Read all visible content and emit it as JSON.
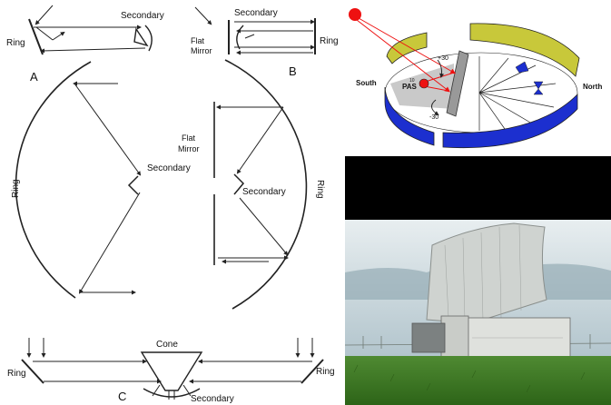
{
  "colors": {
    "ray": "#222222",
    "sky": "#b9cdd6",
    "grass": "#3f7a26",
    "reflector": "#cfd3d0",
    "ring_front": "#1c2fcf",
    "ring_back": "#c8c83a",
    "sun": "#ee1111",
    "black_panel": "#000000"
  },
  "top_left": {
    "secondary": "Secondary",
    "ring": "Ring",
    "panel": "A"
  },
  "top_right": {
    "secondary": "Secondary",
    "flat_mirror_line1": "Flat",
    "flat_mirror_line2": "Mirror",
    "ring": "Ring",
    "panel": "B"
  },
  "middle": {
    "ring_left": "Ring",
    "ring_right": "Ring",
    "secondary_left": "Secondary",
    "secondary_right": "Secondary",
    "flat_mirror_line1": "Flat",
    "flat_mirror_line2": "Mirror"
  },
  "bottom": {
    "cone": "Cone",
    "ring_left": "Ring",
    "ring_right": "Ring",
    "secondary": "Secondary",
    "panel": "C"
  },
  "schematic": {
    "south": "South",
    "north": "North",
    "pas": "PAS",
    "angle_pos": "+30",
    "angle_neg": "-30",
    "small_mark": "10"
  },
  "photo": {
    "icon": "radio-telescope-photo"
  }
}
